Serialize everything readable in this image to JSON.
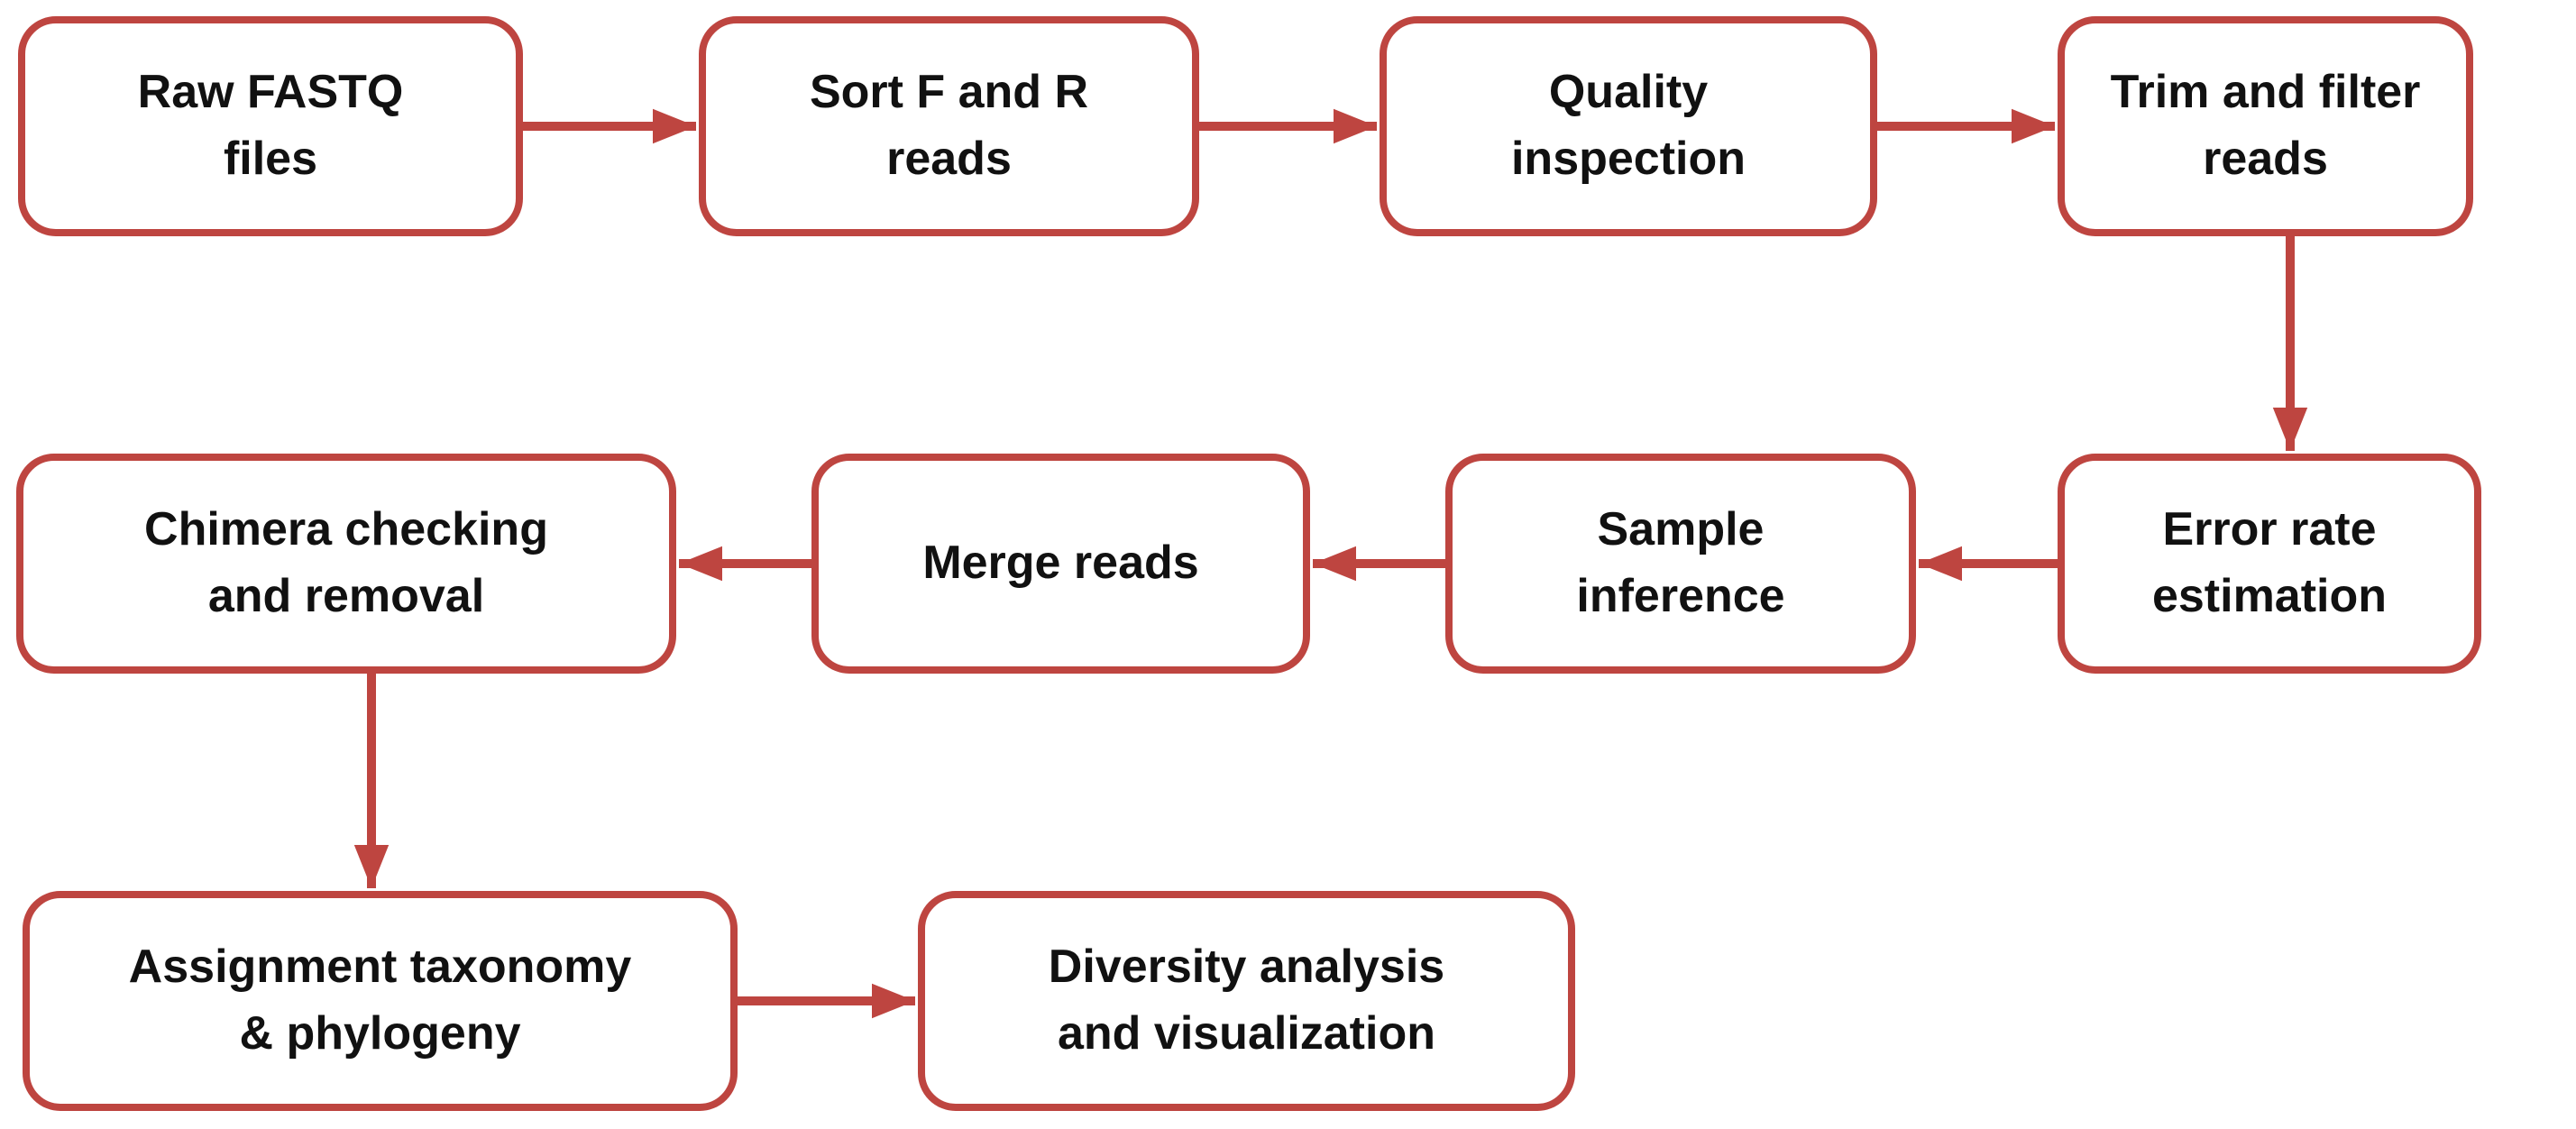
{
  "colors": {
    "accent": "#BE4540",
    "text": "#111111",
    "background": "#FFFFFF"
  },
  "flowchart": {
    "name": "amplicon-sequencing-analysis-workflow",
    "nodes": [
      {
        "id": "raw-fastq-files",
        "label": "Raw FASTQ files",
        "lines": [
          "Raw FASTQ",
          "files"
        ]
      },
      {
        "id": "sort-f-and-r-reads",
        "label": "Sort F and R reads",
        "lines": [
          "Sort F and R",
          "reads"
        ]
      },
      {
        "id": "quality-inspection",
        "label": "Quality inspection",
        "lines": [
          "Quality",
          "inspection"
        ]
      },
      {
        "id": "trim-and-filter-reads",
        "label": "Trim and filter reads",
        "lines": [
          "Trim and filter",
          "reads"
        ]
      },
      {
        "id": "error-rate-estimation",
        "label": "Error rate estimation",
        "lines": [
          "Error rate",
          "estimation"
        ]
      },
      {
        "id": "sample-inference",
        "label": "Sample inference",
        "lines": [
          "Sample",
          "inference"
        ]
      },
      {
        "id": "merge-reads",
        "label": "Merge reads",
        "lines": [
          "Merge reads"
        ]
      },
      {
        "id": "chimera-checking-and-removal",
        "label": "Chimera checking and removal",
        "lines": [
          "Chimera checking",
          "and removal"
        ]
      },
      {
        "id": "assignment-taxonomy-phylogeny",
        "label": "Assignment taxonomy & phylogeny",
        "lines": [
          "Assignment taxonomy",
          "& phylogeny"
        ]
      },
      {
        "id": "diversity-analysis-visualization",
        "label": "Diversity analysis and visualization",
        "lines": [
          "Diversity analysis",
          "and visualization"
        ]
      }
    ],
    "edges": [
      {
        "from": "raw-fastq-files",
        "to": "sort-f-and-r-reads"
      },
      {
        "from": "sort-f-and-r-reads",
        "to": "quality-inspection"
      },
      {
        "from": "quality-inspection",
        "to": "trim-and-filter-reads"
      },
      {
        "from": "trim-and-filter-reads",
        "to": "error-rate-estimation"
      },
      {
        "from": "error-rate-estimation",
        "to": "sample-inference"
      },
      {
        "from": "sample-inference",
        "to": "merge-reads"
      },
      {
        "from": "merge-reads",
        "to": "chimera-checking-and-removal"
      },
      {
        "from": "chimera-checking-and-removal",
        "to": "assignment-taxonomy-phylogeny"
      },
      {
        "from": "assignment-taxonomy-phylogeny",
        "to": "diversity-analysis-visualization"
      }
    ]
  }
}
